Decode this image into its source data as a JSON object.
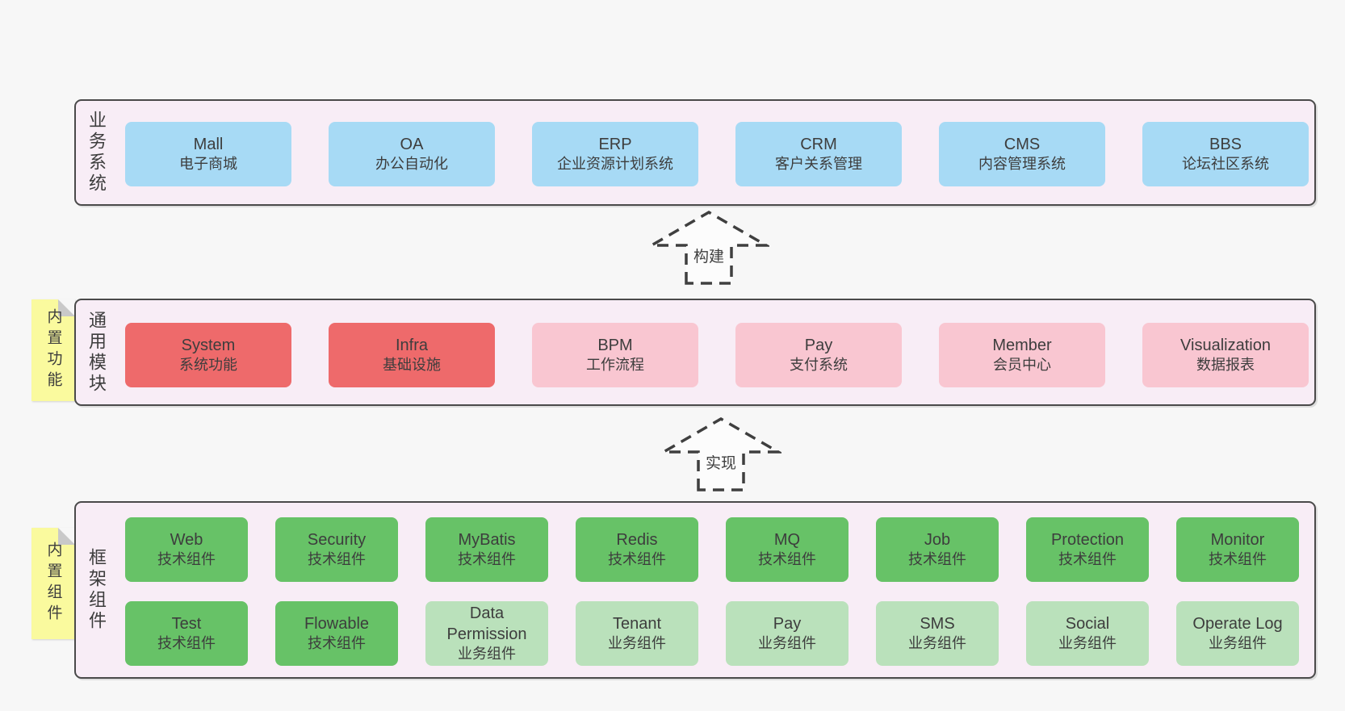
{
  "colors": {
    "page_bg": "#f7f7f7",
    "band_bg": "#f8edf6",
    "band_border": "#4a4a4a",
    "blue": "#a7daf5",
    "red": "#ee6a6b",
    "pink": "#f9c6d1",
    "green": "#67c267",
    "light_green": "#bae1bb",
    "sticky_yellow": "#fafa9e",
    "text": "#3d3d3d"
  },
  "arrows": [
    {
      "label": "构建"
    },
    {
      "label": "实现"
    }
  ],
  "bands": [
    {
      "id": "business-systems",
      "label": "业务系统",
      "boxes": [
        {
          "title": "Mall",
          "subtitle": "电子商城",
          "variant": "blue"
        },
        {
          "title": "OA",
          "subtitle": "办公自动化",
          "variant": "blue"
        },
        {
          "title": "ERP",
          "subtitle": "企业资源计划系统",
          "variant": "blue"
        },
        {
          "title": "CRM",
          "subtitle": "客户关系管理",
          "variant": "blue"
        },
        {
          "title": "CMS",
          "subtitle": "内容管理系统",
          "variant": "blue"
        },
        {
          "title": "BBS",
          "subtitle": "论坛社区系统",
          "variant": "blue"
        }
      ]
    },
    {
      "id": "common-modules",
      "label": "通用模块",
      "sticky": "内置功能",
      "boxes": [
        {
          "title": "System",
          "subtitle": "系统功能",
          "variant": "red"
        },
        {
          "title": "Infra",
          "subtitle": "基础设施",
          "variant": "red"
        },
        {
          "title": "BPM",
          "subtitle": "工作流程",
          "variant": "pink"
        },
        {
          "title": "Pay",
          "subtitle": "支付系统",
          "variant": "pink"
        },
        {
          "title": "Member",
          "subtitle": "会员中心",
          "variant": "pink"
        },
        {
          "title": "Visualization",
          "subtitle": "数据报表",
          "variant": "pink"
        }
      ]
    },
    {
      "id": "framework-components",
      "label": "框架组件",
      "sticky": "内置组件",
      "row1": [
        {
          "title": "Web",
          "subtitle": "技术组件",
          "variant": "green"
        },
        {
          "title": "Security",
          "subtitle": "技术组件",
          "variant": "green"
        },
        {
          "title": "MyBatis",
          "subtitle": "技术组件",
          "variant": "green"
        },
        {
          "title": "Redis",
          "subtitle": "技术组件",
          "variant": "green"
        },
        {
          "title": "MQ",
          "subtitle": "技术组件",
          "variant": "green"
        },
        {
          "title": "Job",
          "subtitle": "技术组件",
          "variant": "green"
        },
        {
          "title": "Protection",
          "subtitle": "技术组件",
          "variant": "green"
        },
        {
          "title": "Monitor",
          "subtitle": "技术组件",
          "variant": "green"
        }
      ],
      "row2": [
        {
          "title": "Test",
          "subtitle": "技术组件",
          "variant": "green"
        },
        {
          "title": "Flowable",
          "subtitle": "技术组件",
          "variant": "green"
        },
        {
          "title": "Data Permission",
          "subtitle": "业务组件",
          "variant": "lightgreen"
        },
        {
          "title": "Tenant",
          "subtitle": "业务组件",
          "variant": "lightgreen"
        },
        {
          "title": "Pay",
          "subtitle": "业务组件",
          "variant": "lightgreen"
        },
        {
          "title": "SMS",
          "subtitle": "业务组件",
          "variant": "lightgreen"
        },
        {
          "title": "Social",
          "subtitle": "业务组件",
          "variant": "lightgreen"
        },
        {
          "title": "Operate Log",
          "subtitle": "业务组件",
          "variant": "lightgreen"
        }
      ]
    }
  ]
}
